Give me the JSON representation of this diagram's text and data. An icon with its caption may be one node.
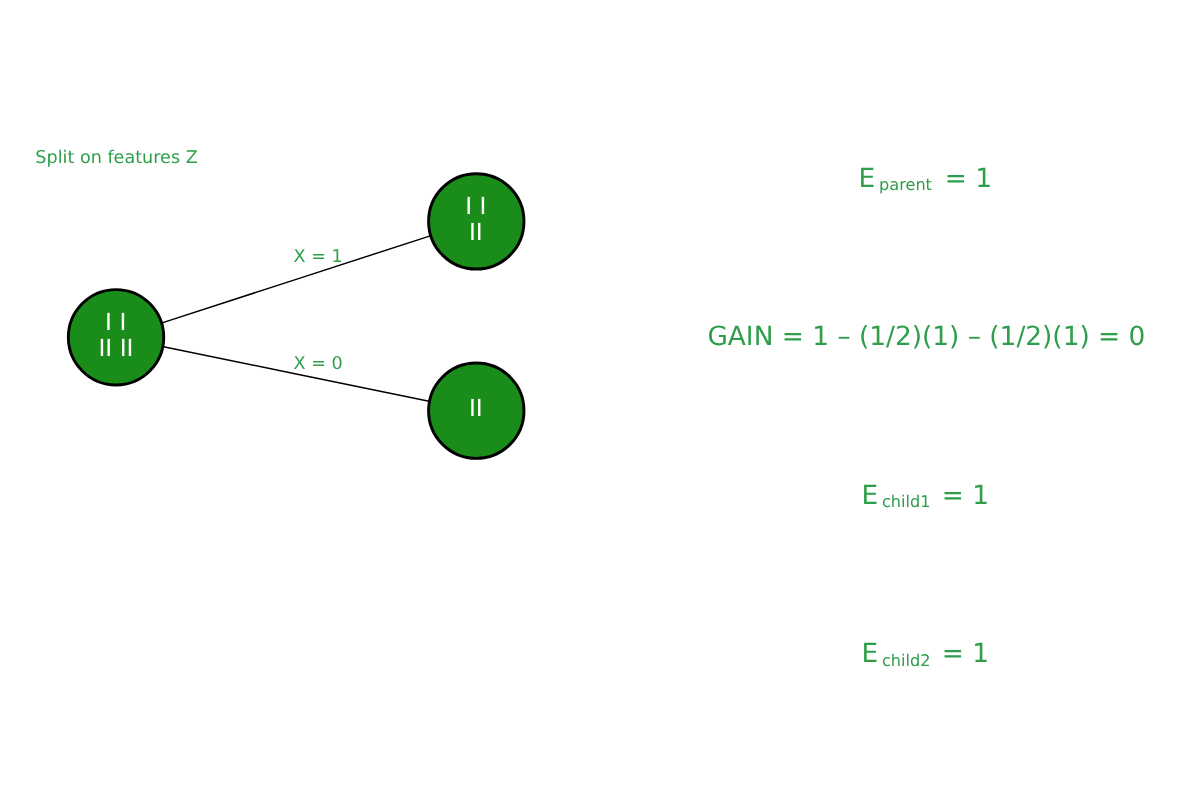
{
  "diagram": {
    "nodes": [
      {
        "text": [
          "I I II II"
        ]
      },
      {
        "text": [
          "I I II"
        ]
      },
      {
        "text": [
          "II"
        ]
      }
    ],
    "edges": [
      {
        "from": 0,
        "to": 1,
        "arrow": "none",
        "label": "X = 1"
      },
      {
        "from": 0,
        "to": 2,
        "arrow": "none",
        "label": "X = 0"
      }
    ],
    "labels": [
      "Split on features Z",
      "E$_{parent}$ = 1",
      "GAIN = 1 – (1/2)(1) – (1/2)(1) = 0",
      "E$_{child1}$ = 1",
      "E$_{child2}$ = 1"
    ]
  }
}
